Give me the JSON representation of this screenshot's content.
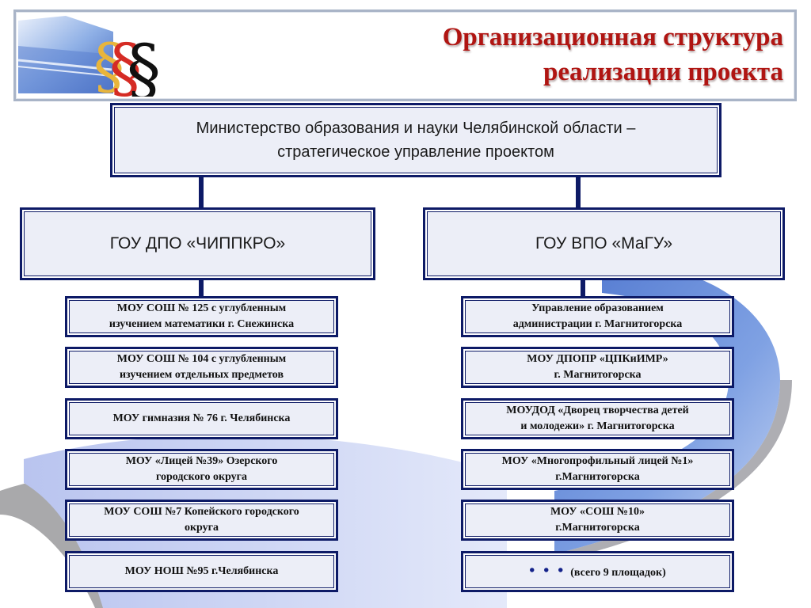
{
  "header": {
    "title_line1": "Организационная структура",
    "title_line2": "реализации проекта"
  },
  "ministry": {
    "line1": "Министерство образования и науки Челябинской области –",
    "line2": "стратегическое управление проектом"
  },
  "left_org": {
    "label": "ГОУ ДПО «ЧИППКРО»",
    "items": [
      {
        "line1": "МОУ СОШ № 125 с углубленным",
        "line2": "изучением математики г. Снежинска"
      },
      {
        "line1": "МОУ СОШ № 104 с углубленным",
        "line2": "изучением отдельных предметов"
      },
      {
        "line1": "МОУ гимназия № 76 г. Челябинска",
        "line2": ""
      },
      {
        "line1": "МОУ «Лицей №39» Озерского",
        "line2": "городского округа"
      },
      {
        "line1": "МОУ СОШ №7 Копейского городского",
        "line2": "округа"
      },
      {
        "line1": "МОУ НОШ №95 г.Челябинска",
        "line2": ""
      }
    ]
  },
  "right_org": {
    "label": "ГОУ ВПО «МаГУ»",
    "items": [
      {
        "line1": "Управление образованием",
        "line2": "администрации г. Магнитогорска"
      },
      {
        "line1": "МОУ ДПОПР «ЦПКиИМР»",
        "line2": "г. Магнитогорска"
      },
      {
        "line1": "МОУДОД «Дворец творчества детей",
        "line2": "и молодежи» г. Магнитогорска"
      },
      {
        "line1": "МОУ «Многопрофильный лицей №1»",
        "line2": "г.Магнитогорска"
      },
      {
        "line1": "МОУ «СОШ №10»",
        "line2": "г.Магнитогорска"
      }
    ],
    "more": {
      "dots": "• • •",
      "text": "(всего 9 площадок)"
    }
  }
}
